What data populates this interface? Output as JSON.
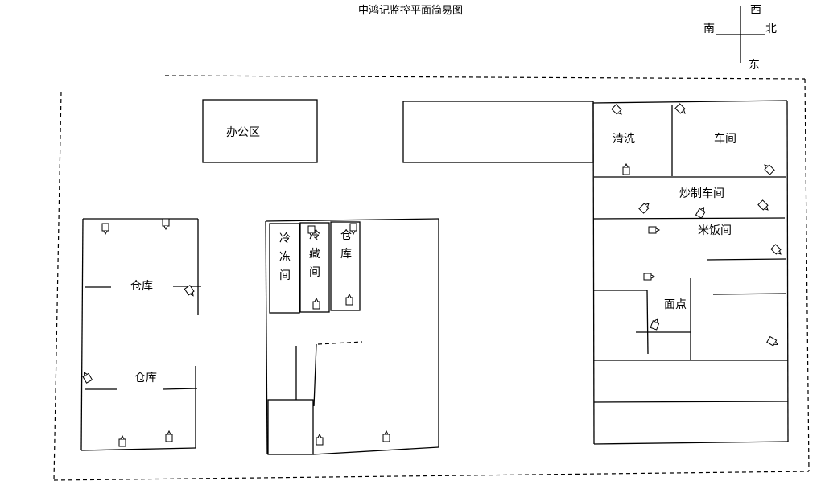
{
  "title": "中鸿记监控平面简易图",
  "compass": {
    "west": "西",
    "south": "南",
    "north": "北",
    "east": "东"
  },
  "rooms": {
    "office": "办公区",
    "warehouse_upper": "仓库",
    "warehouse_lower": "仓库",
    "freezer": [
      "冷",
      "冻",
      "间"
    ],
    "chiller": [
      "冷",
      "藏",
      "间"
    ],
    "store": [
      "仓",
      "库"
    ],
    "washing": "清洗",
    "workshop": "车间",
    "stirfry": "炒制车间",
    "rice": "米饭间",
    "noodle": "面点"
  }
}
